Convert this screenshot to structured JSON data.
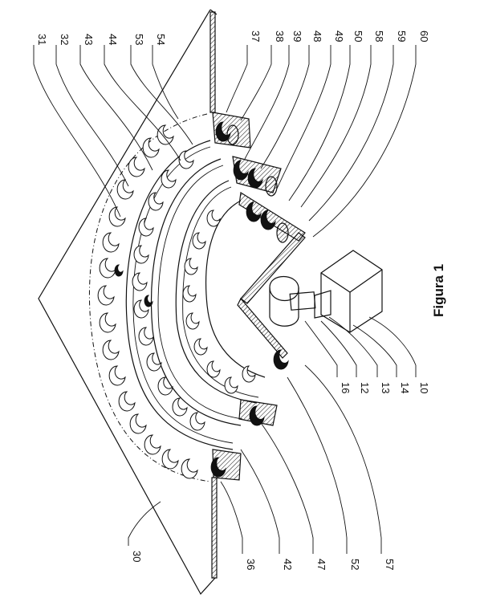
{
  "figure": {
    "caption": "Figura 1",
    "labels_top": [
      "31",
      "32",
      "43",
      "44",
      "53",
      "54",
      "37",
      "38",
      "39",
      "48",
      "49",
      "50",
      "58",
      "59",
      "60"
    ],
    "labels_bottom": [
      "30",
      "36",
      "42",
      "47",
      "52",
      "57",
      "16",
      "12",
      "13",
      "14",
      "10"
    ]
  }
}
